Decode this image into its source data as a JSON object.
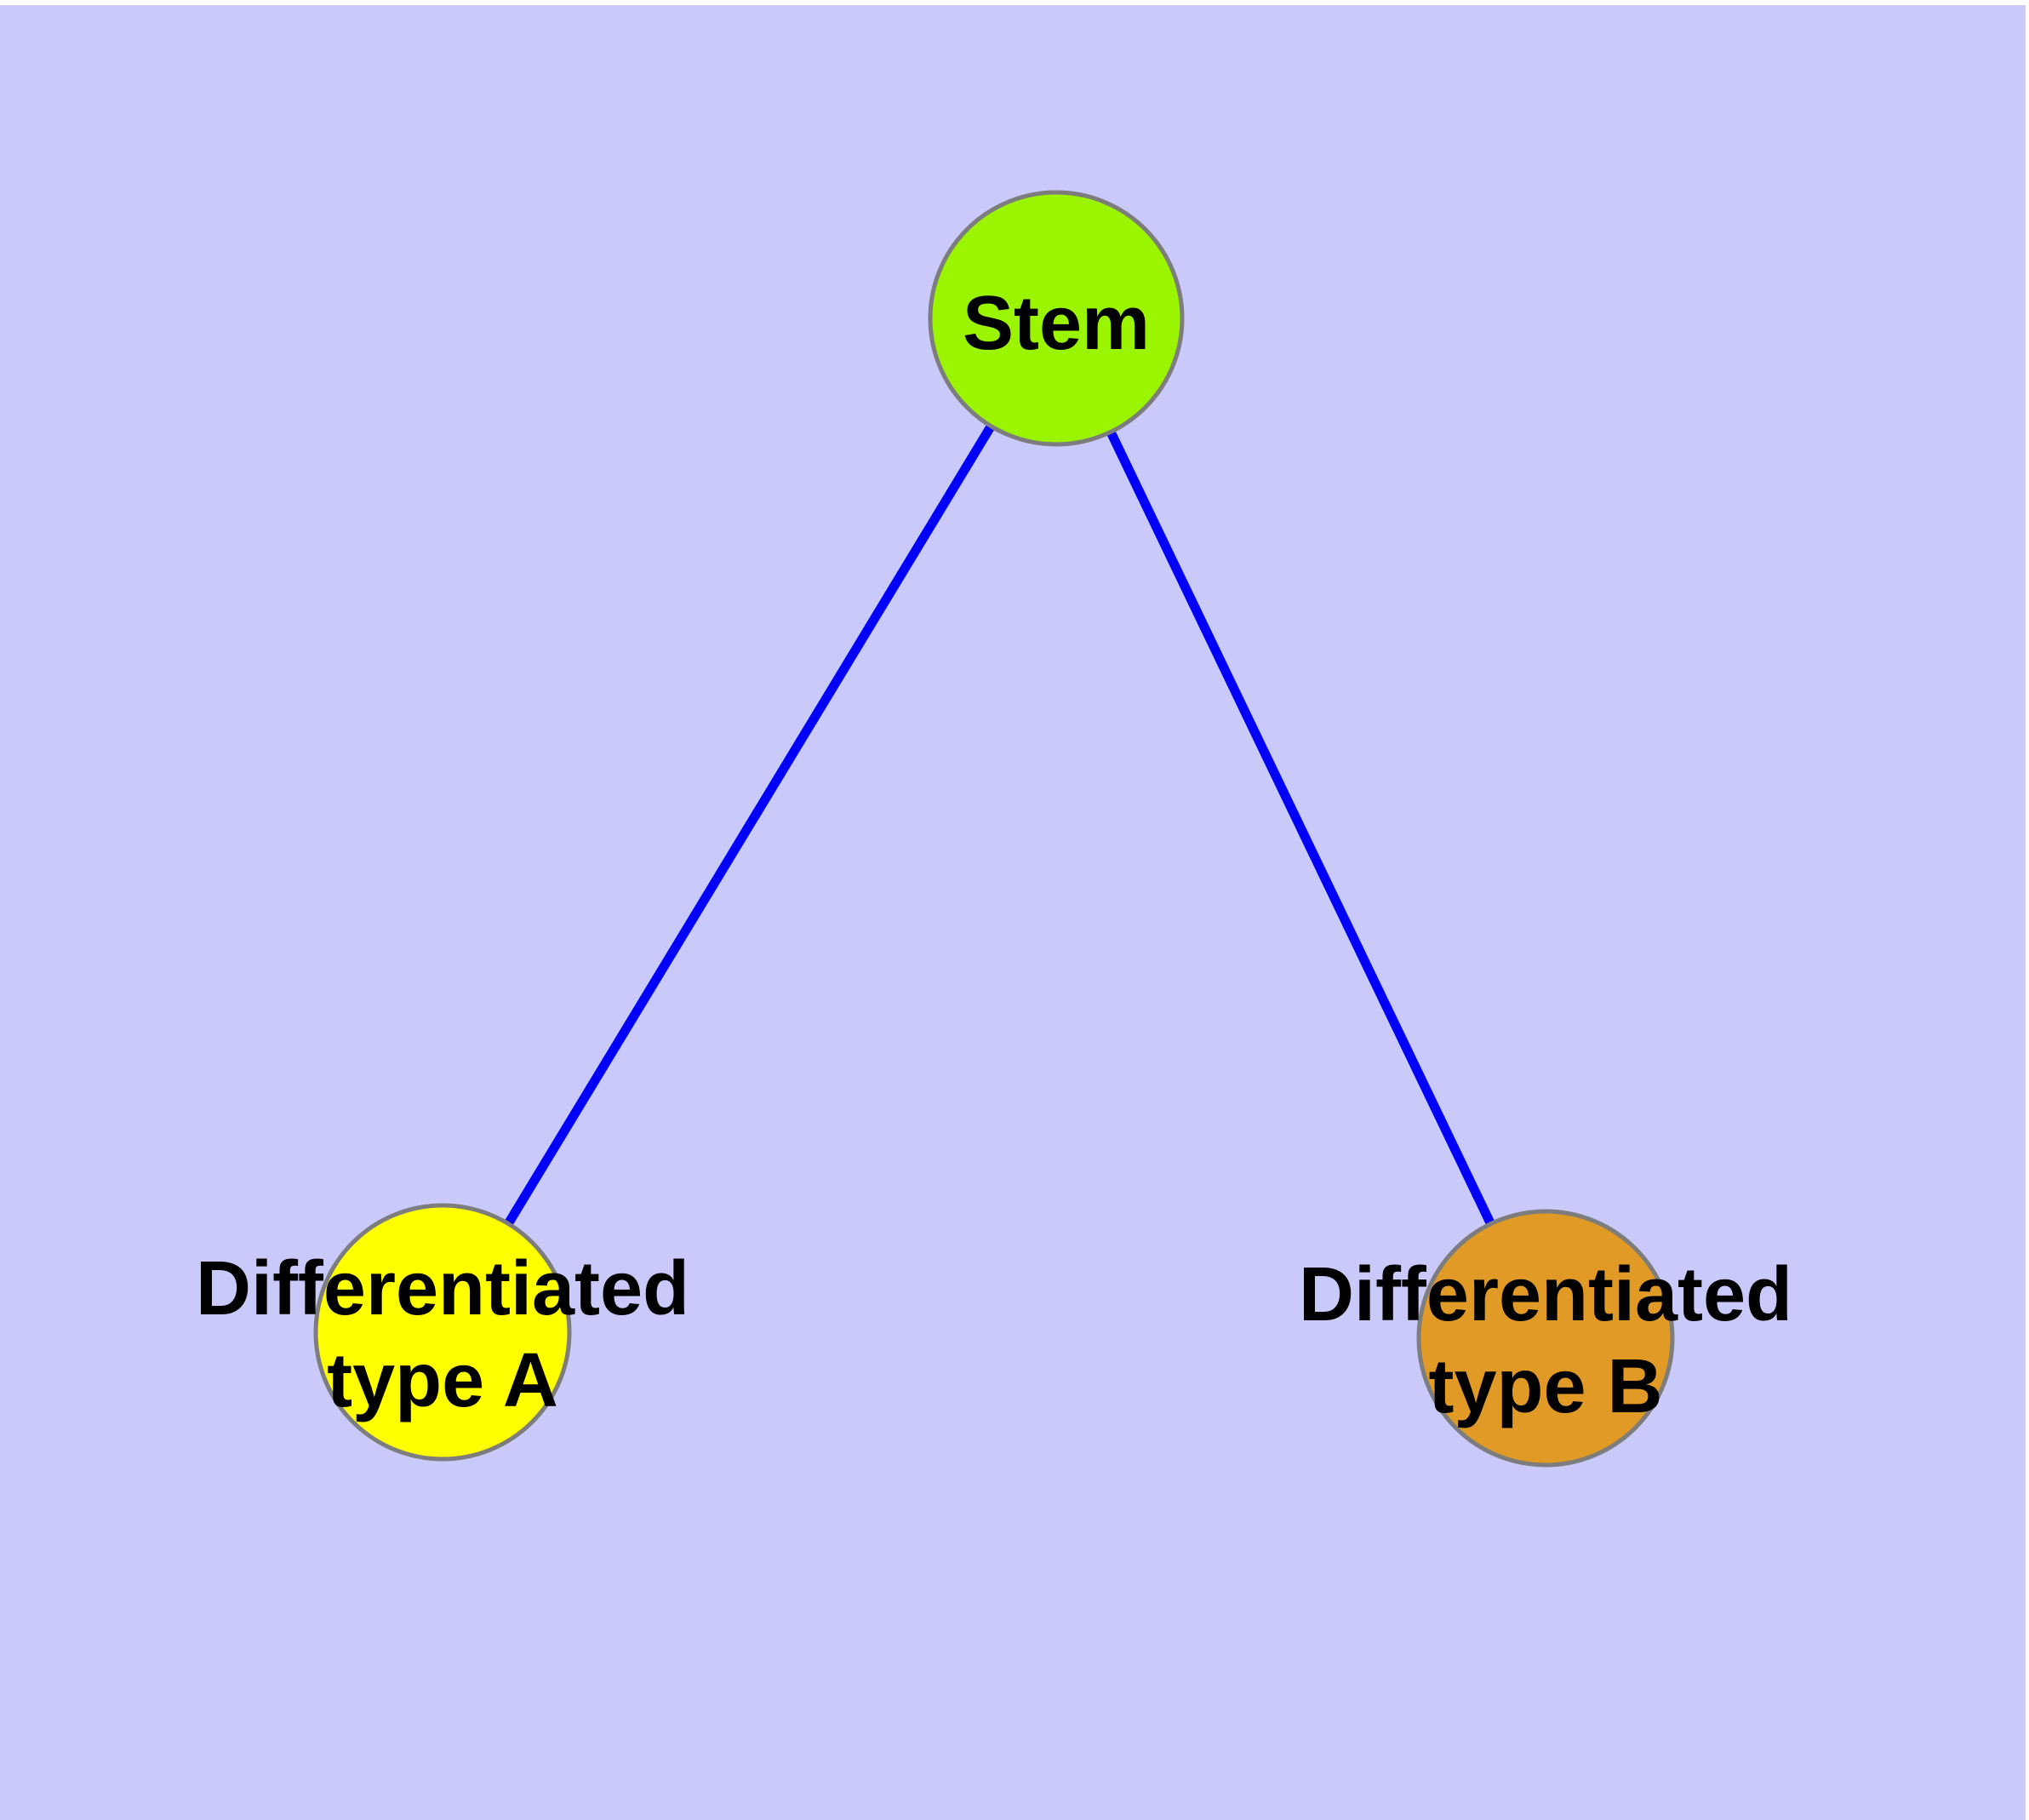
{
  "diagram": {
    "type": "node-link-graph",
    "background_color": "#C9C9FA",
    "edge_color": "#0000FA",
    "node_border_color": "#7D7D7D",
    "text_color": "#000000",
    "nodes": {
      "stem": {
        "label": "Stem",
        "color": "#9BF500"
      },
      "type_a": {
        "label": "Differentiated type A",
        "label_line1": "Differentiated",
        "label_line2": "type A",
        "color": "#FFFF00"
      },
      "type_b": {
        "label": "Differentiated type B",
        "label_line1": "Differentiated",
        "label_line2": "type B",
        "color": "#E29A26"
      }
    },
    "edges": [
      {
        "from": "Stem",
        "to": "Differentiated type A"
      },
      {
        "from": "Stem",
        "to": "Differentiated type B"
      }
    ]
  }
}
